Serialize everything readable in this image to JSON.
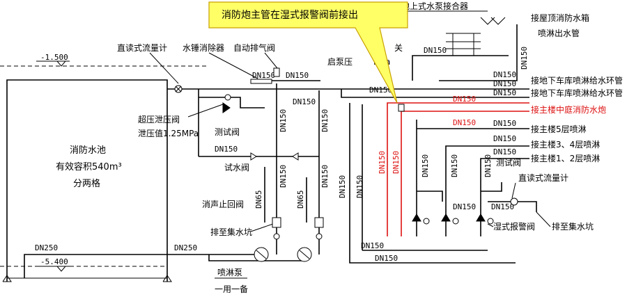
{
  "callout": {
    "text": "消防炮主管在湿式报警阀前接出"
  },
  "labels": {
    "direct_flow_meter_top": "直读式流量计",
    "water_hammer_arrester": "水锤消除器",
    "auto_vent_valve": "自动排气阀",
    "pressure_switch_tail": "关",
    "start_pump_pressure": "启泵压",
    "mpa_tail": "MPa",
    "elev_top": "-1.500",
    "elev_bottom": "-5.400",
    "relief_valve_1": "超压泄压阀",
    "relief_valve_2": "泄压值1.25MPa",
    "test_valve_1": "测试阀",
    "test_water_valve": "试水阀",
    "silent_check_valve": "消声止回阀",
    "drain_pit_left": "排至集水坑",
    "pool_line1": "消防水池",
    "pool_line2": "有效容积540m³",
    "pool_line3": "分两格",
    "spray_pump": "喷淋泵",
    "one_use_one_standby": "一用一备",
    "ground_adapter": "地上式水泵接合器",
    "roof_tank_1": "接屋顶消防水箱",
    "roof_tank_2": "喷淋出水管",
    "garage_ring_1": "接地下车库喷淋给水环管",
    "garage_ring_2": "接地下车库喷淋给水环管",
    "atrium_cannon": "接主楼中庭消防水炮",
    "floor5": "接主楼5层喷淋",
    "floor34": "接主楼3、4层喷淋",
    "floor12": "接主楼1、2层喷淋",
    "test_valve_2": "测试阀",
    "direct_flow_meter_right": "直读式流量计",
    "wet_alarm_valve": "湿式报警阀",
    "drain_pit_right": "排至集水坑"
  },
  "pipe_sizes": {
    "dn150": "DN150",
    "dn65": "DN65",
    "dn250": "DN250"
  },
  "colors": {
    "pipe": "#000000",
    "cannon_main": "#dd1111",
    "callout_fill": "#ffff66"
  }
}
